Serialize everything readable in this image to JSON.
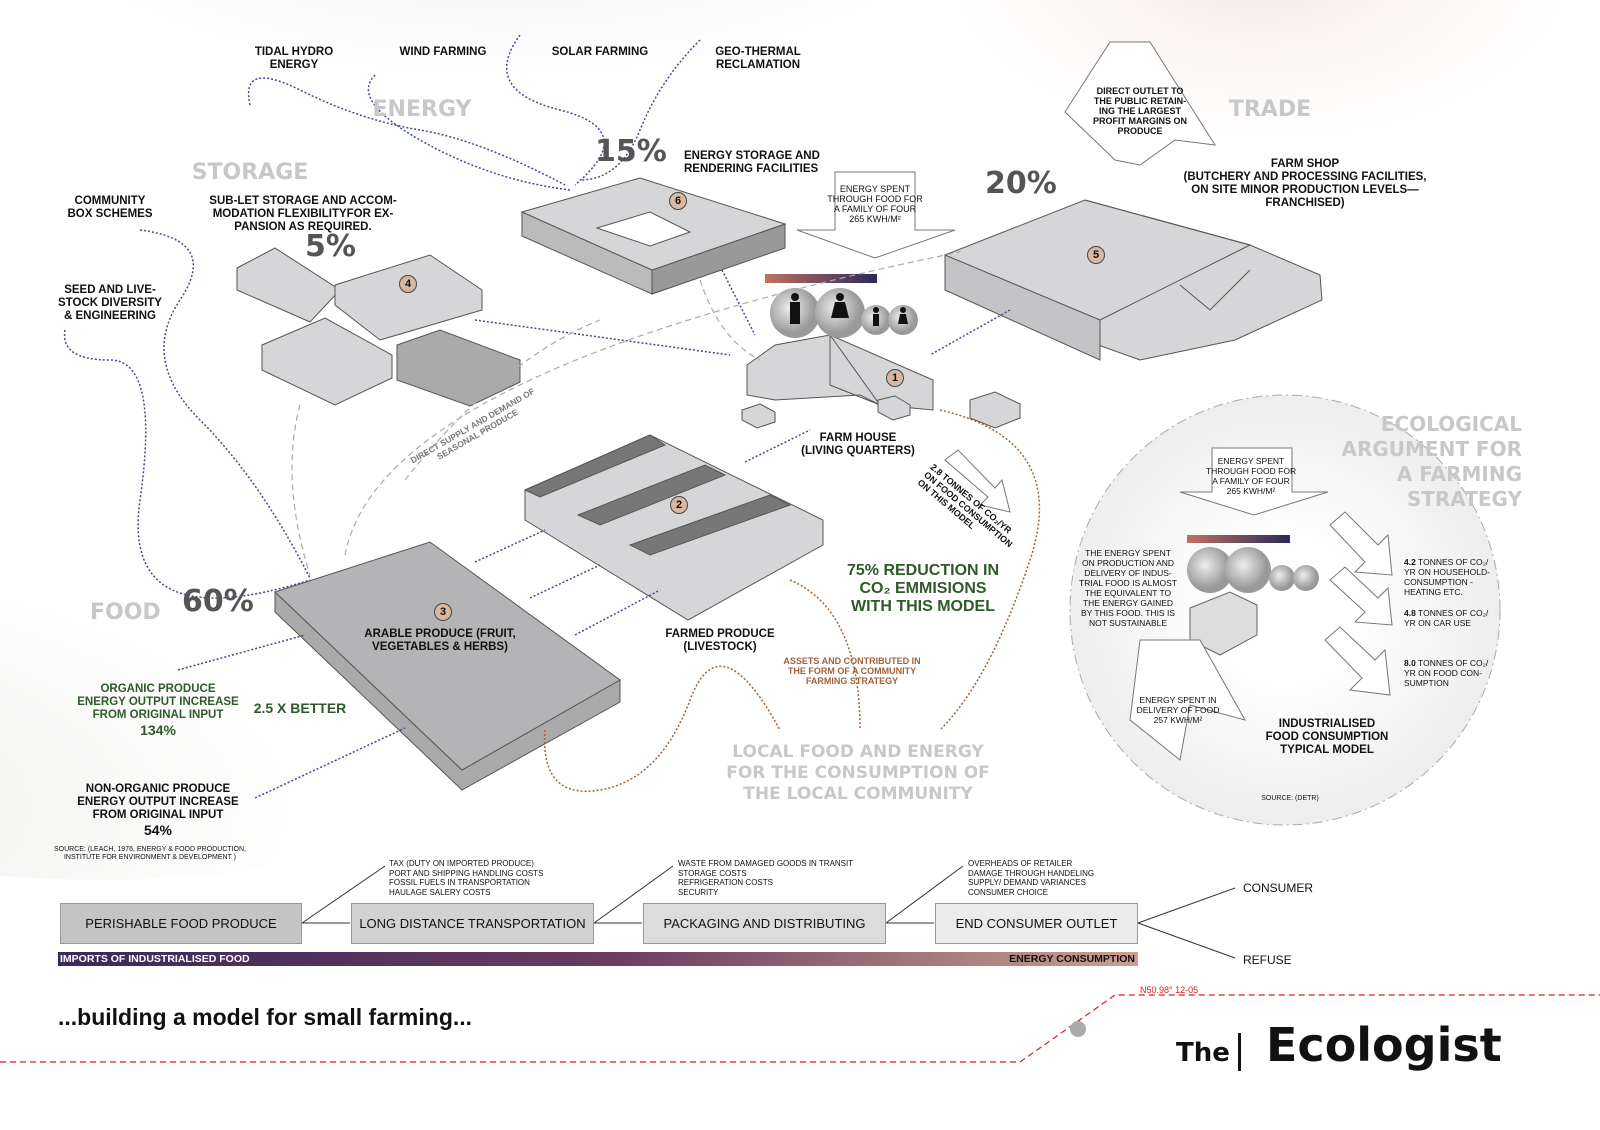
{
  "energy": {
    "title": "ENERGY",
    "sources": [
      "TIDAL HYDRO\nENERGY",
      "WIND FARMING",
      "SOLAR FARMING",
      "GEO-THERMAL\nRECLAMATION"
    ],
    "percent": "15%",
    "facility": "ENERGY STORAGE AND\nRENDERING FACILITIES"
  },
  "storage": {
    "title": "STORAGE",
    "percent": "5%",
    "description": "SUB-LET STORAGE AND ACCOM-\nMODATION FLEXIBILITYFOR EX-\nPANSION AS REQUIRED."
  },
  "trade": {
    "title": "TRADE",
    "percent": "20%",
    "outlet": "DIRECT OUTLET TO\nTHE PUBLIC RETAIN-\nING THE LARGEST\nPROFIT MARGINS ON\nPRODUCE",
    "farm_shop": "FARM SHOP\n(BUTCHERY AND PROCESSING FACILITIES,\nON SITE MINOR PRODUCTION LEVELS—\nFRANCHISED)"
  },
  "family_energy": "ENERGY SPENT\nTHROUGH FOOD FOR\nA FAMILY OF FOUR\n265 KWh/m²",
  "left_labels": {
    "community": "COMMUNITY\nBOX SCHEMES",
    "seed": "SEED AND LIVE-\nSTOCK DIVERSITY\n& ENGINEERING"
  },
  "buildings": {
    "n1": "1",
    "n2": "2",
    "n3": "3",
    "n4": "4",
    "n5": "5",
    "n6": "6",
    "farm_house": "FARM HOUSE\n(LIVING QUARTERS)",
    "arable": "ARABLE PRODUCE (FRUIT,\nVEGETABLES & HERBS)",
    "farmed": "FARMED PRODUCE\n(LIVESTOCK)"
  },
  "direct_supply": "DIRECT SUPPLY AND DEMAND OF\nSEASONAL PRODUCE",
  "co2_model": "2.8 TONNES OF CO₂/YR\nON FOOD CONSUMPTION\nON THIS MODEL",
  "reduction": "75% REDUCTION IN\nCO₂ EMMISIONS\nWITH THIS MODEL",
  "assets": "ASSETS AND CONTRIBUTED IN\nTHE FORM OF A COMMUNITY\nFARMING STRATEGY",
  "local": "LOCAL FOOD AND ENERGY\nFOR THE CONSUMPTION OF\nTHE LOCAL COMMUNITY",
  "food": {
    "title": "FOOD",
    "percent": "60%",
    "organic": "ORGANIC PRODUCE\nENERGY OUTPUT INCREASE\nFROM ORIGINAL INPUT",
    "organic_value": "134%",
    "better": "2.5 X BETTER",
    "nonorganic": "NON-ORGANIC PRODUCE\nENERGY OUTPUT INCREASE\nFROM ORIGINAL INPUT",
    "nonorganic_value": "54%",
    "source": "SOURCE: (LEACH, 1976, ENERGY & FOOD PRODUCTION,\nINSTITUTE FOR ENVIRONMENT & DEVELOPMENT )"
  },
  "ecological": {
    "title": "ECOLOGICAL\nARGUMENT FOR\nA FARMING\nSTRATEGY",
    "family_energy": "ENERGY SPENT\nTHROUGH FOOD FOR\nA FAMILY OF FOUR\n265 KWh/m²",
    "industrial_note": "THE ENERGY SPENT\nON PRODUCTION AND\nDELIVERY OF INDUS-\nTRIAL FOOD IS ALMOST\nTHE EQUIVALENT TO\nTHE ENERGY GAINED\nBY THIS FOOD. THIS IS\nNOT SUSTAINABLE",
    "co2": [
      {
        "value": "4.2",
        "text": "TONNES OF CO₂/\nYR ON HOUSEHOLD-\nCONSUMPTION -\nHEATING ETC."
      },
      {
        "value": "4.8",
        "text": "TONNES OF CO₂/\nYR ON CAR USE"
      },
      {
        "value": "8.0",
        "text": "TONNES OF CO₂/\nYR ON FOOD CON-\nSUMPTION"
      }
    ],
    "delivery": "ENERGY SPENT IN\nDELIVERY OF FOOD\n257 KWh/m²",
    "model": "INDUSTRIALISED\nFOOD CONSUMPTION\nTYPICAL MODEL",
    "source": "SOURCE: (DETR)"
  },
  "chain": {
    "steps": [
      "PERISHABLE FOOD PRODUCE",
      "LONG DISTANCE TRANSPORTATION",
      "PACKAGING AND DISTRIBUTING",
      "END CONSUMER OUTLET"
    ],
    "costs": [
      "TAX (DUTY ON IMPORTED PRODUCE)\nPORT AND SHIPPING HANDLING COSTS\nFOSSIL FUELS IN TRANSPORTATION\nHAULAGE SALERY COSTS",
      "WASTE FROM DAMAGED GOODS IN TRANSIT\nSTORAGE COSTS\nREFRIGERATION COSTS\nSECURITY",
      "OVERHEADS OF RETAILER\nDAMAGE THROUGH HANDELING\nSUPPLY/ DEMAND VARIANCES\nCONSUMER CHOICE"
    ],
    "outcomes": [
      "CONSUMER",
      "REFUSE"
    ],
    "bar_left": "IMPORTS OF INDUSTRIALISED FOOD",
    "bar_right": "ENERGY CONSUMPTION"
  },
  "footer": {
    "tagline": "...building a model for small farming...",
    "coords": "N50.98° 12-05",
    "logo_the": "The",
    "logo_name": "Ecologist"
  },
  "colors": {
    "green": "#2f5a2a",
    "brown": "#a0623a",
    "red": "#d02020",
    "bar_start": "#3a2a5a",
    "bar_end": "#c89080"
  }
}
